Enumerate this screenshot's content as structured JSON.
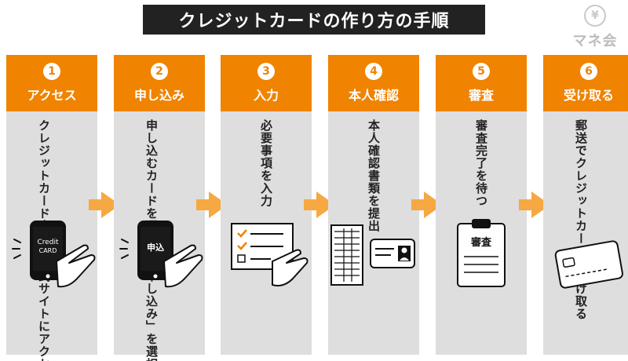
{
  "title": "クレジットカードの作り方の手順",
  "logo": {
    "coin_symbol": "¥",
    "name": "マネ会"
  },
  "steps": [
    {
      "num": "1",
      "label": "アクセス",
      "text": "クレジットカード会社の公式サイトにアクセス",
      "illus": {
        "card_line1": "Credit",
        "card_line2": "CARD"
      }
    },
    {
      "num": "2",
      "label": "申し込み",
      "text": "申し込むカードを選択し「申し込み」を選択",
      "illus": {
        "screen_text": "申込"
      }
    },
    {
      "num": "3",
      "label": "入力",
      "text": "必要事項を入力"
    },
    {
      "num": "4",
      "label": "本人確認",
      "text": "本人確認書類を提出"
    },
    {
      "num": "5",
      "label": "審査",
      "text": "審査完了を待つ",
      "illus": {
        "board_text": "審査"
      }
    },
    {
      "num": "6",
      "label": "受け取る",
      "text": "郵送でクレジットカードを受け取る"
    }
  ],
  "colors": {
    "accent": "#f08300",
    "arrow": "#f6a843",
    "panel": "#dedede",
    "title_bg": "#222222"
  }
}
